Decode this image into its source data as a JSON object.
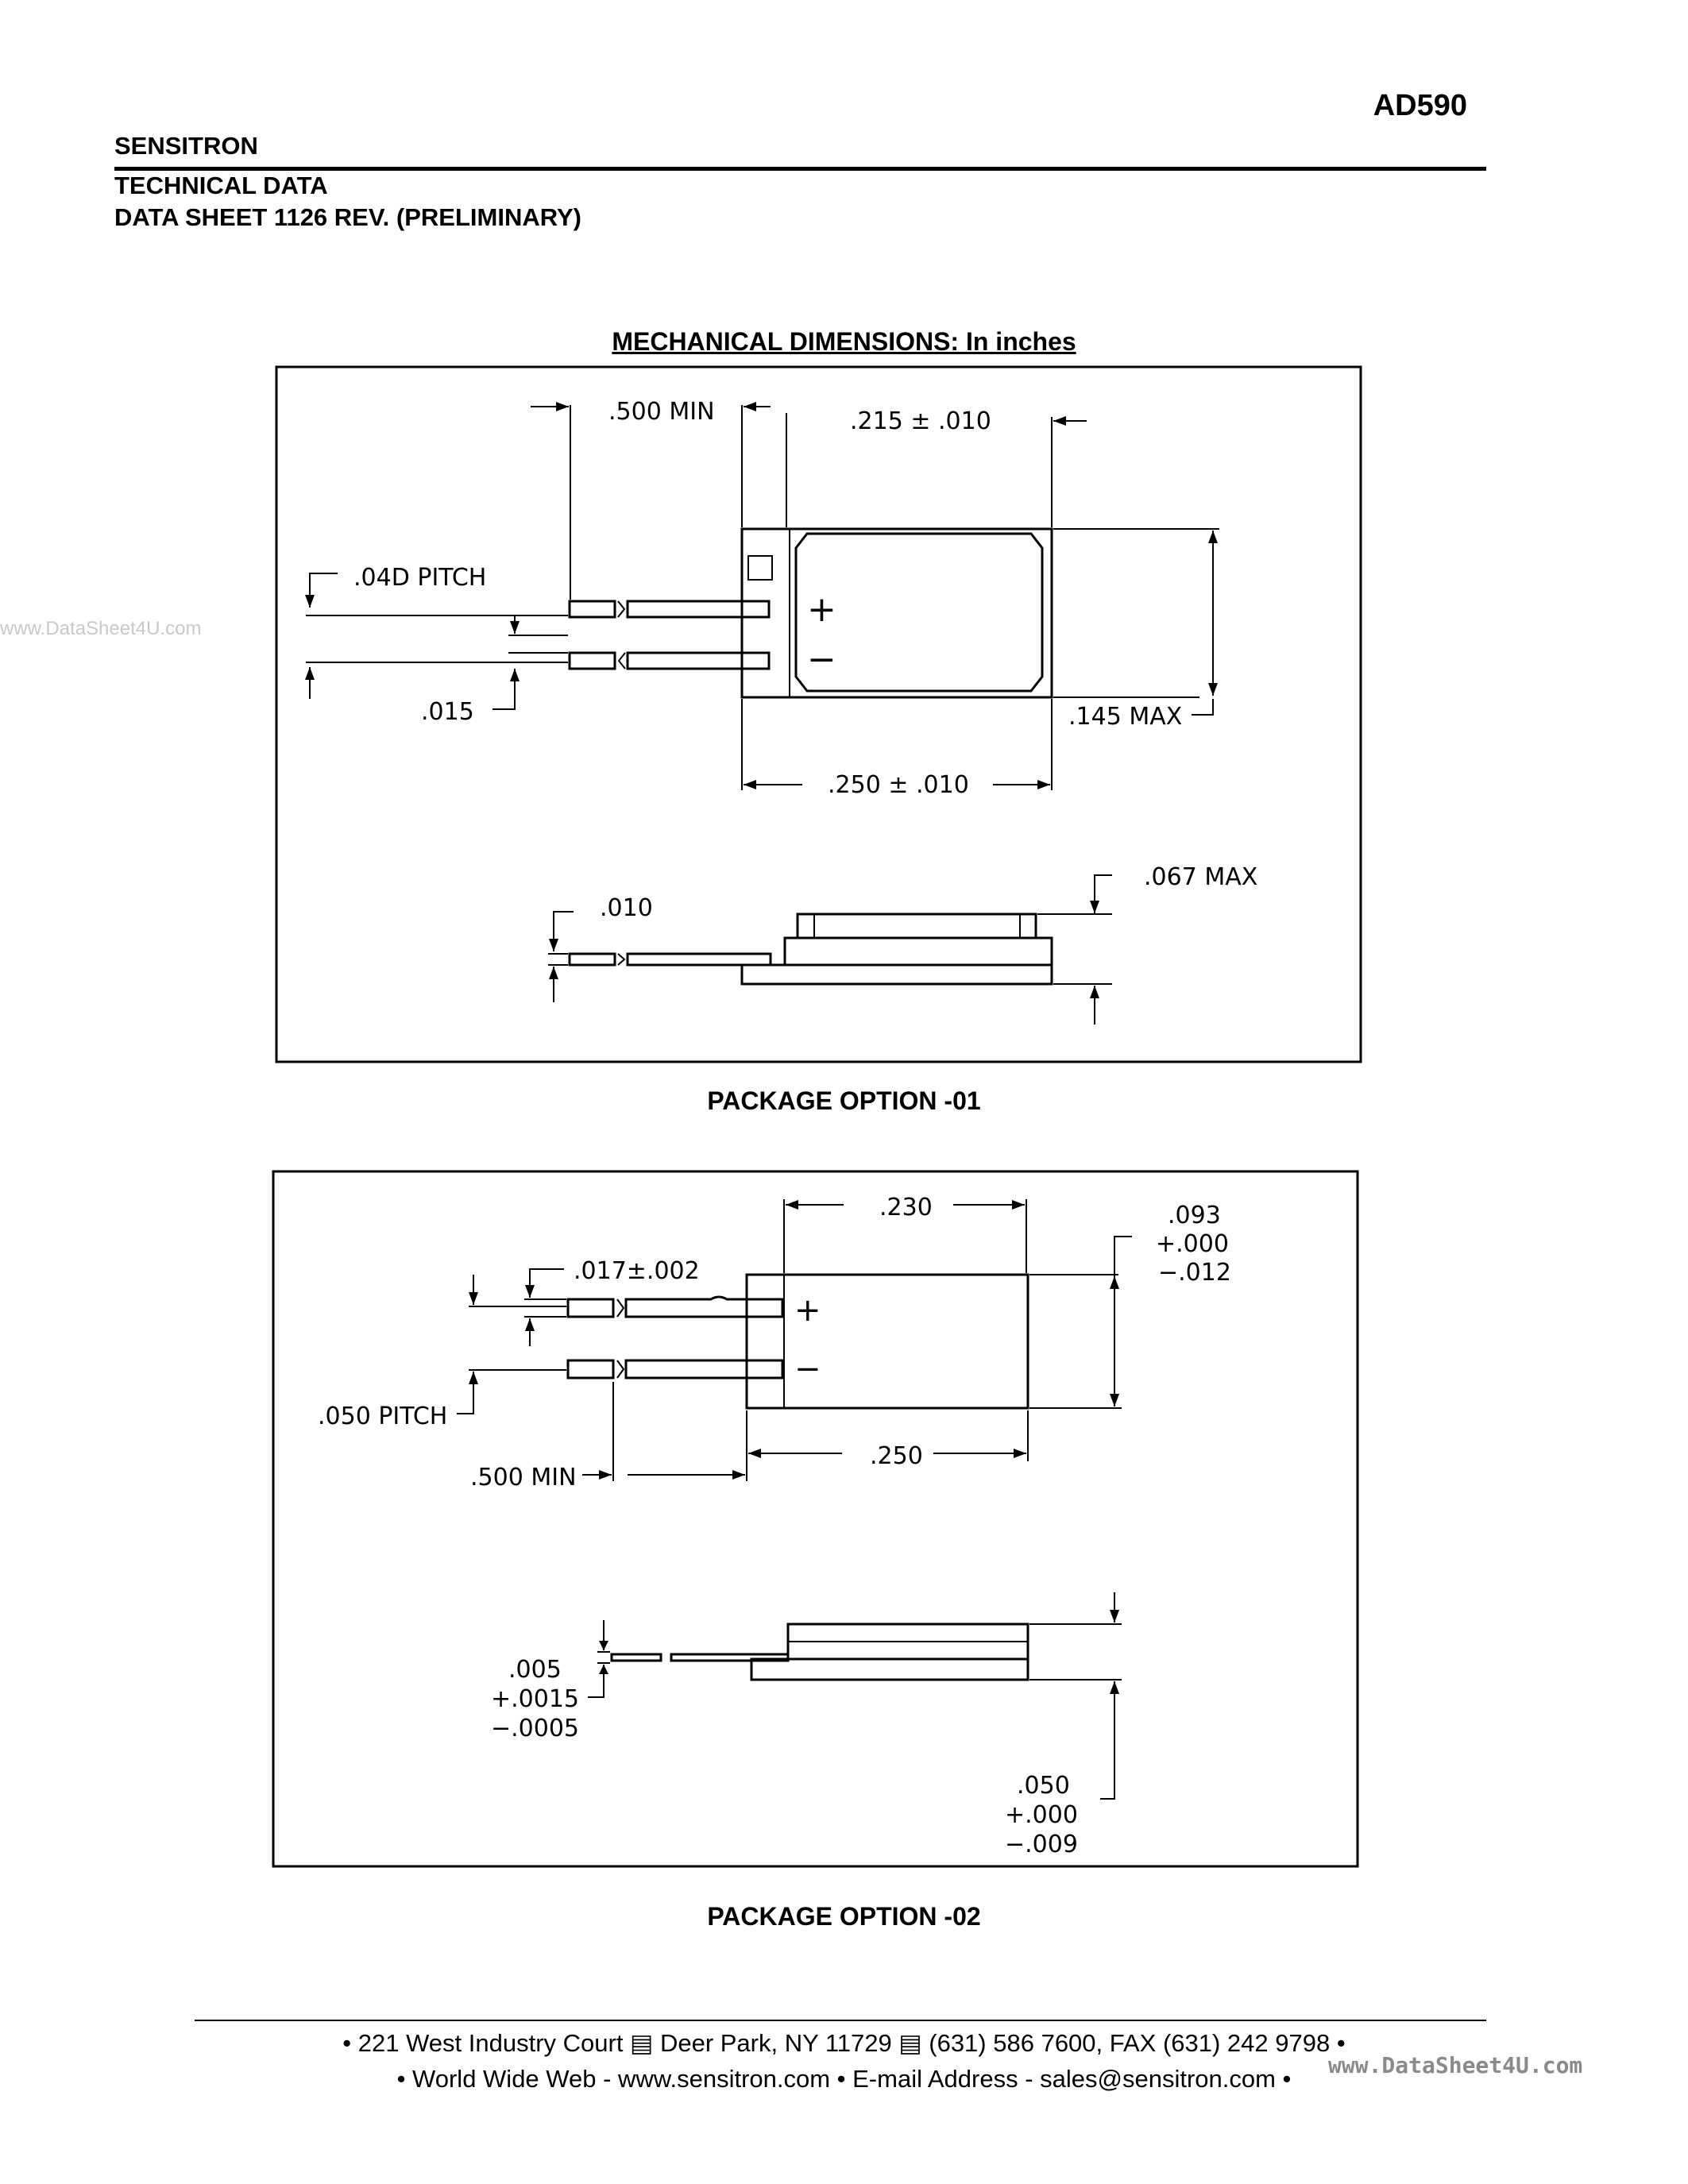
{
  "header": {
    "part_number": "AD590",
    "company": "SENSITRON",
    "doc_type": "TECHNICAL DATA",
    "data_sheet": "DATA SHEET 1126 REV. (PRELIMINARY)"
  },
  "section_title": "MECHANICAL DIMENSIONS: In inches",
  "package_01": {
    "caption": "PACKAGE OPTION -01",
    "dims": {
      "lead_min": ".500 MIN",
      "body_width": ".215 ± .010",
      "pitch": ".04D PITCH",
      "lead_width": ".015",
      "height_max": ".145 MAX",
      "body_length": ".250 ± .010",
      "thickness_max": ".067 MAX",
      "lead_thickness": ".010"
    },
    "pos_mark": "+",
    "neg_mark": "−"
  },
  "package_02": {
    "caption": "PACKAGE OPTION -02",
    "dims": {
      "body_top": ".230",
      "height": ".093",
      "height_tol_plus": "+.000",
      "height_tol_minus": "−.012",
      "lead_width": ".017±.002",
      "pitch": ".050 PITCH",
      "lead_min": ".500 MIN",
      "body_length": ".250",
      "lead_thk": ".005",
      "lead_thk_plus": "+.0015",
      "lead_thk_minus": "−.0005",
      "thk": ".050",
      "thk_plus": "+.000",
      "thk_minus": "−.009"
    },
    "pos_mark": "+",
    "neg_mark": "−"
  },
  "footer": {
    "line1": "• 221 West Industry Court ▤ Deer Park, NY 11729 ▤ (631) 586 7600, FAX (631) 242 9798 •",
    "line2": "• World Wide Web - www.sensitron.com • E-mail Address - sales@sensitron.com •"
  },
  "watermarks": {
    "left": "www.DataSheet4U.com",
    "right": "www.DataSheet4U.com"
  }
}
